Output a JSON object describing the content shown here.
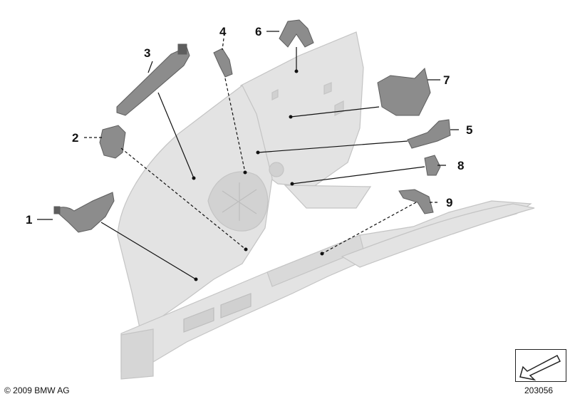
{
  "copyright": "© 2009 BMW AG",
  "diagram_number": "203056",
  "colors": {
    "body_fill": "#e3e3e3",
    "body_stroke": "#c4c4c4",
    "part_fill": "#8c8c8c",
    "part_dark": "#5e5e5e",
    "leader_line": "#111111"
  },
  "callouts": [
    {
      "label": "1",
      "style": "solid"
    },
    {
      "label": "2",
      "style": "dashed"
    },
    {
      "label": "3",
      "style": "solid"
    },
    {
      "label": "4",
      "style": "dashed"
    },
    {
      "label": "5",
      "style": "solid"
    },
    {
      "label": "6",
      "style": "solid"
    },
    {
      "label": "7",
      "style": "solid"
    },
    {
      "label": "8",
      "style": "solid"
    },
    {
      "label": "9",
      "style": "dashed"
    }
  ],
  "nav_icon": "arrow-down-left-icon"
}
